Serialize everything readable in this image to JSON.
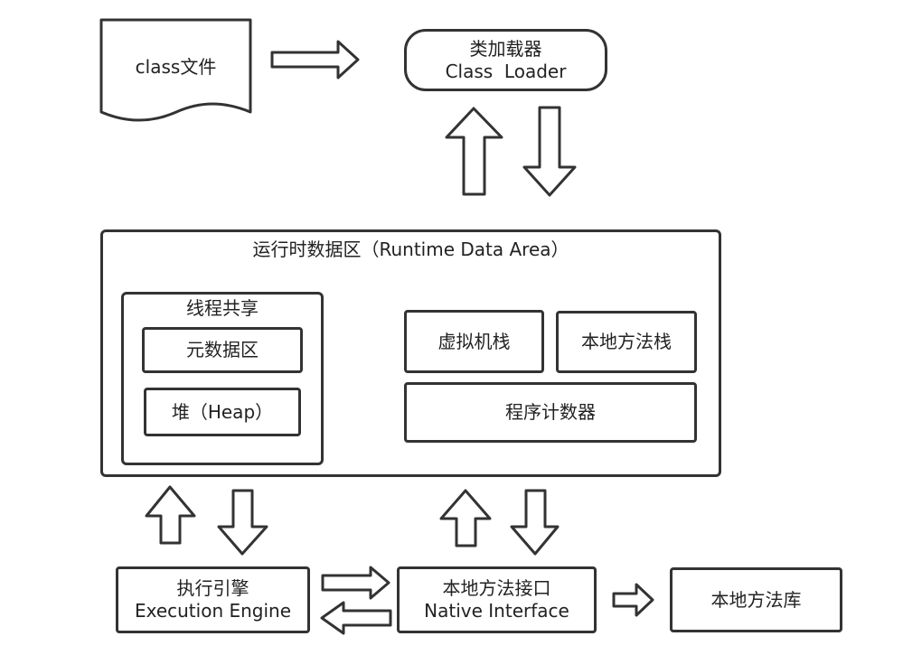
{
  "nodes": {
    "class_file": "class文件",
    "class_loader": {
      "zh": "类加载器",
      "en": "Class  Loader"
    },
    "runtime_area_title": "运行时数据区（Runtime Data Area）",
    "shared_title": "线程共享",
    "metadata_area": "元数据区",
    "heap": "堆（Heap）",
    "vm_stack": "虚拟机栈",
    "native_method_stack": "本地方法栈",
    "program_counter": "程序计数器",
    "execution_engine": {
      "zh": "执行引擎",
      "en": "Execution Engine"
    },
    "native_interface": {
      "zh": "本地方法接口",
      "en": "Native Interface"
    },
    "native_library": "本地方法库"
  },
  "colors": {
    "stroke": "#333333",
    "background": "#ffffff",
    "text": "#222222"
  }
}
